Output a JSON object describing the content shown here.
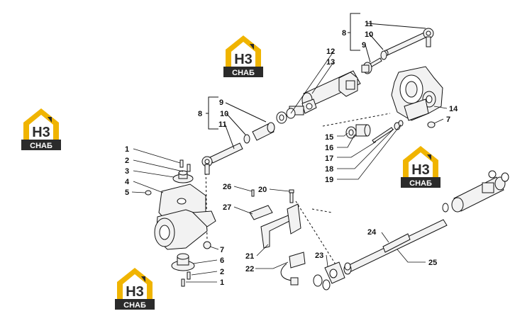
{
  "colors": {
    "logo_gold": "#f0b400",
    "logo_dark": "#2b2b2b",
    "line": "#111111",
    "part_fill": "#f2f2f2"
  },
  "logo": {
    "mark": "H3",
    "caption": "СНАБ",
    "icon": "house-roof-logo"
  },
  "callouts": [
    {
      "id": "left-8",
      "text": "8"
    },
    {
      "id": "left-9",
      "text": "9"
    },
    {
      "id": "left-10",
      "text": "10"
    },
    {
      "id": "left-11",
      "text": "11"
    },
    {
      "id": "top-8",
      "text": "8"
    },
    {
      "id": "top-9",
      "text": "9"
    },
    {
      "id": "top-10",
      "text": "10"
    },
    {
      "id": "top-11",
      "text": "11"
    },
    {
      "id": "c12",
      "text": "12"
    },
    {
      "id": "c13",
      "text": "13"
    },
    {
      "id": "c14",
      "text": "14"
    },
    {
      "id": "c7a",
      "text": "7"
    },
    {
      "id": "c15",
      "text": "15"
    },
    {
      "id": "c16",
      "text": "16"
    },
    {
      "id": "c17",
      "text": "17"
    },
    {
      "id": "c18",
      "text": "18"
    },
    {
      "id": "c19",
      "text": "19"
    },
    {
      "id": "c1a",
      "text": "1"
    },
    {
      "id": "c2a",
      "text": "2"
    },
    {
      "id": "c3",
      "text": "3"
    },
    {
      "id": "c4",
      "text": "4"
    },
    {
      "id": "c5",
      "text": "5"
    },
    {
      "id": "c7b",
      "text": "7"
    },
    {
      "id": "c6",
      "text": "6"
    },
    {
      "id": "c2b",
      "text": "2"
    },
    {
      "id": "c1b",
      "text": "1"
    },
    {
      "id": "c26",
      "text": "26"
    },
    {
      "id": "c20",
      "text": "20"
    },
    {
      "id": "c27",
      "text": "27"
    },
    {
      "id": "c21",
      "text": "21"
    },
    {
      "id": "c22",
      "text": "22"
    },
    {
      "id": "c23",
      "text": "23"
    },
    {
      "id": "c24",
      "text": "24"
    },
    {
      "id": "c25",
      "text": "25"
    }
  ]
}
